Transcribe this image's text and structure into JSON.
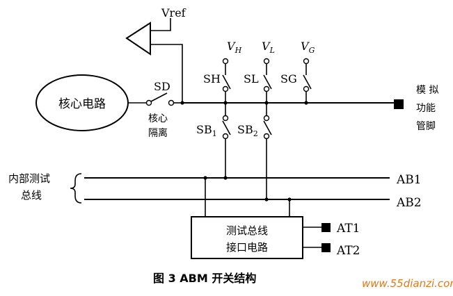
{
  "labels": {
    "vref": "Vref",
    "core_circuit": "核心电路",
    "sd": "SD",
    "core_isolation_1": "核心",
    "core_isolation_2": "隔离",
    "sh": "SH",
    "sl": "SL",
    "sg": "SG",
    "vh": "V",
    "vh_sub": "H",
    "vl": "V",
    "vl_sub": "L",
    "vg": "V",
    "vg_sub": "G",
    "sb1": "SB",
    "sb1_sub": "1",
    "sb2": "SB",
    "sb2_sub": "2",
    "analog_pin_1": "模 拟",
    "analog_pin_2": "功能",
    "analog_pin_3": "管脚",
    "internal_bus_1": "内部测试",
    "internal_bus_2": "总线",
    "ab1": "AB1",
    "ab2": "AB2",
    "tbic_1": "测试总线",
    "tbic_2": "接口电路",
    "at1": "AT1",
    "at2": "AT2"
  },
  "caption": "图 3   ABM 开关结构",
  "watermark": "www.55dianzi.com"
}
